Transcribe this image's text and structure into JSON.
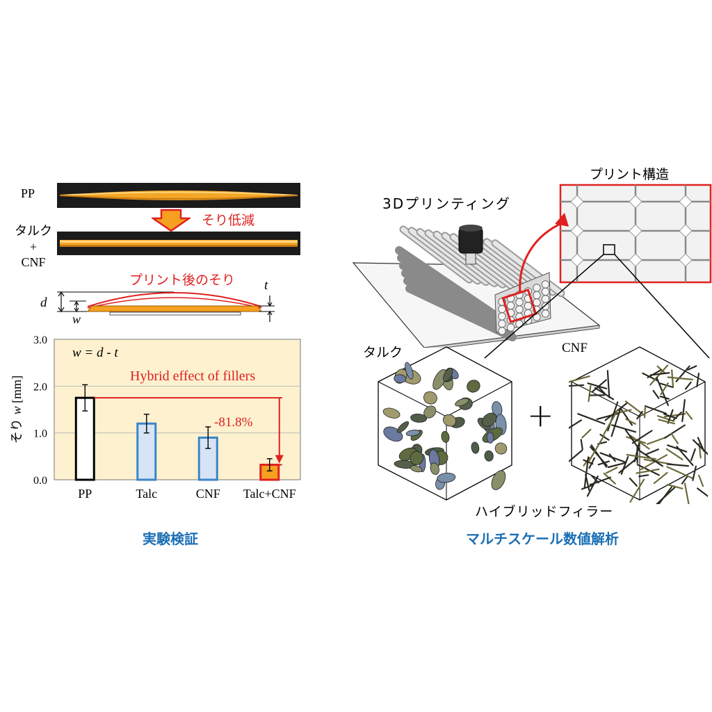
{
  "left": {
    "sample_pp": "PP",
    "sample_hybrid": [
      "タルク",
      "+",
      "CNF"
    ],
    "warp_reduction": "そり低減",
    "post_print_warp": "プリント後のそり",
    "dim_d": "d",
    "dim_w": "w",
    "dim_t": "t",
    "formula": "w = d - t",
    "hybrid_effect": "Hybrid effect of fillers",
    "reduction_pct": "-81.8%",
    "caption": "実験検証"
  },
  "right": {
    "printing_label": "3Dプリンティング",
    "structure_label": "プリント構造",
    "talc_label": "タルク",
    "cnf_label": "CNF",
    "plus": "+",
    "hybrid_label": "ハイブリッドフィラー",
    "caption": "マルチスケール数値解析"
  },
  "colors": {
    "accent_red": "#e02020",
    "caption_blue": "#1a6fb5",
    "chart_bg": "#fdf1cf",
    "bar_blue_edge": "#3b85c9",
    "bar_blue_fill": "#d6e4f5",
    "orange": "#f5a020"
  },
  "chart_data": {
    "type": "bar",
    "categories": [
      "PP",
      "Talc",
      "CNF",
      "Talc+CNF"
    ],
    "values": [
      1.75,
      1.2,
      0.9,
      0.32
    ],
    "errors": [
      0.28,
      0.2,
      0.23,
      0.13
    ],
    "ylabel_jp": "そり",
    "ylabel_sym": "w",
    "ylabel_unit": "[mm]",
    "ylim": [
      0,
      3.0
    ],
    "yticks": [
      "0.0",
      "1.0",
      "2.0",
      "3.0"
    ],
    "ytick_values": [
      0,
      1,
      2,
      3
    ],
    "grid": true
  }
}
